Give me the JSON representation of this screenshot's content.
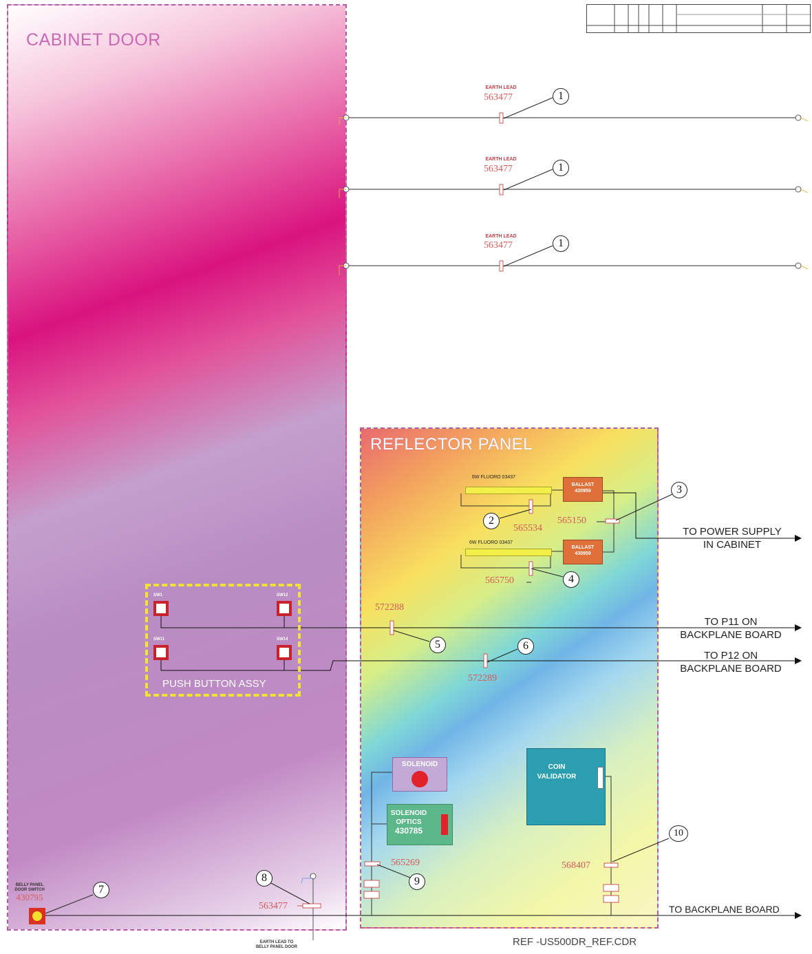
{
  "panels": {
    "cabinet_door": "CABINET DOOR",
    "reflector_panel": "REFLECTOR PANEL",
    "push_button_assy": "PUSH BUTTON ASSY"
  },
  "earth_leads": [
    {
      "label": "EARTH LEAD",
      "part": "563477",
      "callout": "1"
    },
    {
      "label": "EARTH LEAD",
      "part": "563477",
      "callout": "1"
    },
    {
      "label": "EARTH LEAD",
      "part": "563477",
      "callout": "1"
    }
  ],
  "lamps": [
    {
      "label": "6W FLUORO 03437"
    },
    {
      "label": "6W FLUORO 03437"
    }
  ],
  "ballasts": [
    {
      "label": "BALLAST",
      "part": "430959"
    },
    {
      "label": "BALLAST",
      "part": "430959"
    }
  ],
  "connectors": {
    "c2": {
      "part": "565534",
      "callout": "2"
    },
    "c3": {
      "part": "565150",
      "callout": "3"
    },
    "c4": {
      "part": "565750",
      "callout": "4"
    },
    "c5": {
      "part": "572288",
      "callout": "5"
    },
    "c6": {
      "part": "572289",
      "callout": "6"
    },
    "c7": {
      "callout": "7"
    },
    "c8": {
      "part": "563477",
      "callout": "8"
    },
    "c9": {
      "part": "565269",
      "callout": "9"
    },
    "c10": {
      "part": "568407",
      "callout": "10"
    }
  },
  "switches": [
    "SW1",
    "SW12",
    "SW11",
    "SW14"
  ],
  "destinations": {
    "power": [
      "TO POWER SUPPLY",
      "IN CABINET"
    ],
    "p11": [
      "TO P11 ON",
      "BACKPLANE BOARD"
    ],
    "p12": [
      "TO P12 ON",
      "BACKPLANE BOARD"
    ],
    "backplane": "TO BACKPLANE BOARD"
  },
  "components": {
    "solenoid": "SOLENOID",
    "solenoid_optics": [
      "SOLENOID",
      "OPTICS",
      "430785"
    ],
    "coin_validator": [
      "COIN",
      "VALIDATOR"
    ],
    "belly_switch": [
      "BELLY PANEL",
      "DOOR SWITCH",
      "430795"
    ],
    "belly_earth": [
      "EARTH LEAD TO",
      "BELLY PANEL DOOR"
    ]
  },
  "file_ref": "REF -US500DR_REF.CDR",
  "colors": {
    "switch_red": "#c8232d",
    "ballast_orange": "#e0703a",
    "lamp_yellow": "#f3ef4a",
    "coin_validator_teal": "#2b9fb0",
    "optics_green": "#5cb88a",
    "solenoid_purple": "#c3a9d6",
    "assy_border_yellow": "#f1e330"
  }
}
